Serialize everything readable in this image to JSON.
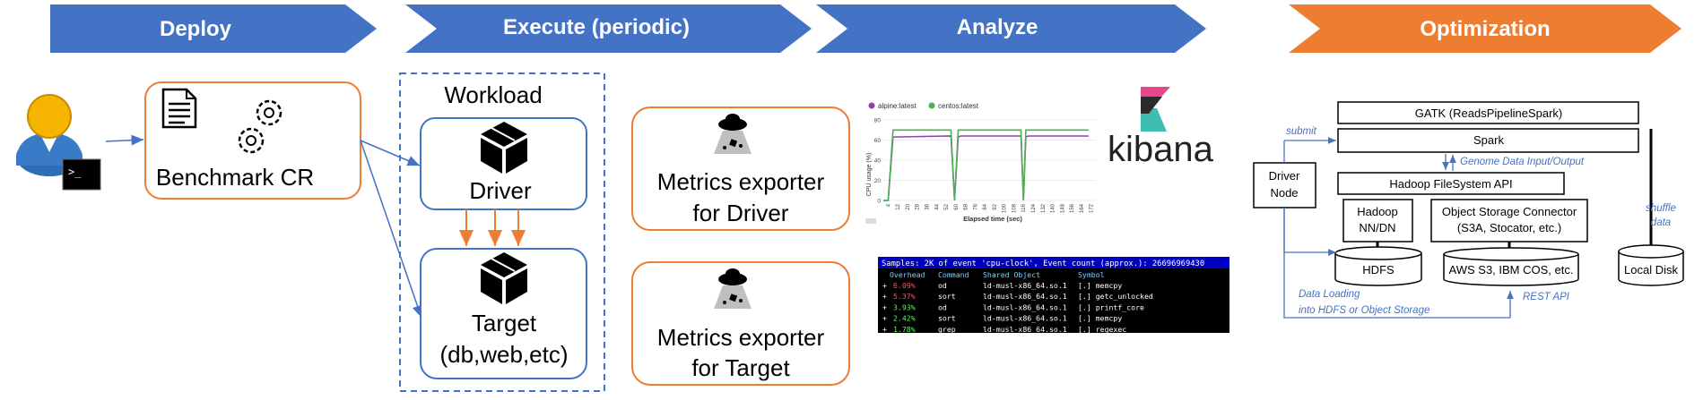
{
  "phases": {
    "deploy": "Deploy",
    "execute": "Execute (periodic)",
    "analyze": "Analyze",
    "optimization": "Optimization"
  },
  "deploy": {
    "cr_label": "Benchmark CR"
  },
  "workload": {
    "title": "Workload",
    "driver": "Driver",
    "target_line1": "Target",
    "target_line2": "(db,web,etc)"
  },
  "exporters": {
    "driver_line1": "Metrics exporter",
    "driver_line2": "for Driver",
    "target_line1": "Metrics exporter",
    "target_line2": "for Target"
  },
  "cpu_chart": {
    "legend": [
      "alpine:latest",
      "centos:latest"
    ],
    "ylabel": "CPU usage (%)",
    "xlabel": "Elapsed time (sec)",
    "yticks": [
      "80",
      "60",
      "40",
      "20",
      "0"
    ],
    "xticks": [
      "4",
      "12",
      "20",
      "28",
      "36",
      "44",
      "52",
      "60",
      "68",
      "76",
      "84",
      "92",
      "100",
      "108",
      "116",
      "124",
      "132",
      "140",
      "148",
      "156",
      "164",
      "172"
    ]
  },
  "chart_data": {
    "type": "line",
    "xlabel": "Elapsed time (sec)",
    "ylabel": "CPU usage (%)",
    "ylim": [
      0,
      80
    ],
    "xlim": [
      0,
      176
    ],
    "series": [
      {
        "name": "alpine:latest",
        "color": "#8E44AD",
        "x": [
          0,
          4,
          8,
          56,
          59,
          62,
          64,
          114,
          116,
          118,
          120,
          170
        ],
        "y": [
          0,
          0,
          63,
          64,
          0,
          63,
          64,
          64,
          0,
          63,
          64,
          64
        ]
      },
      {
        "name": "centos:latest",
        "color": "#4CAF50",
        "x": [
          0,
          4,
          8,
          56,
          59,
          62,
          64,
          114,
          116,
          118,
          120,
          170
        ],
        "y": [
          0,
          0,
          70,
          70,
          0,
          70,
          70,
          70,
          0,
          70,
          70,
          70
        ]
      }
    ]
  },
  "kibana": {
    "label": "kibana"
  },
  "perf": {
    "header": "Samples: 2K of event 'cpu-clock', Event count (approx.): 26696969430",
    "columns": [
      "Overhead",
      "Command",
      "Shared Object",
      "Symbol"
    ],
    "rows": [
      {
        "plus": "+",
        "overhead": "6.09%",
        "command": "od",
        "object": "ld-musl-x86_64.so.1",
        "symbol": "[.] memcpy",
        "color": "#ff5555"
      },
      {
        "plus": "+",
        "overhead": "5.37%",
        "command": "sort",
        "object": "ld-musl-x86_64.so.1",
        "symbol": "[.] getc_unlocked",
        "color": "#ff5555"
      },
      {
        "plus": "+",
        "overhead": "3.93%",
        "command": "od",
        "object": "ld-musl-x86_64.so.1",
        "symbol": "[.] printf_core",
        "color": "#55ff55"
      },
      {
        "plus": "+",
        "overhead": "2.42%",
        "command": "sort",
        "object": "ld-musl-x86_64.so.1",
        "symbol": "[.] memcpy",
        "color": "#55ff55"
      },
      {
        "plus": "+",
        "overhead": "1.78%",
        "command": "grep",
        "object": "ld-musl-x86_64.so.1",
        "symbol": "[.] regexec",
        "color": "#55ff55"
      }
    ]
  },
  "arch": {
    "gatk": "GATK (ReadsPipelineSpark)",
    "spark": "Spark",
    "hadoop_api": "Hadoop FileSystem API",
    "hadoop_nn_line1": "Hadoop",
    "hadoop_nn_line2": "NN/DN",
    "osc_line1": "Object Storage Connector",
    "osc_line2": "(S3A, Stocator, etc.)",
    "driver_line1": "Driver",
    "driver_line2": "Node",
    "hdfs": "HDFS",
    "aws": "AWS S3, IBM COS, etc.",
    "local_disk": "Local Disk",
    "submit": "submit",
    "genome": "Genome Data Input/Output",
    "shuffle_line1": "shuffle",
    "shuffle_line2": "data",
    "loading_line1": "Data Loading",
    "loading_line2": "into HDFS or Object Storage",
    "rest_api": "REST API"
  },
  "colors": {
    "phase_blue": "#4472C4",
    "phase_orange": "#ED7D31",
    "box_orange": "#ED7D31",
    "box_blue": "#4472C4",
    "terminal": "#000080"
  }
}
